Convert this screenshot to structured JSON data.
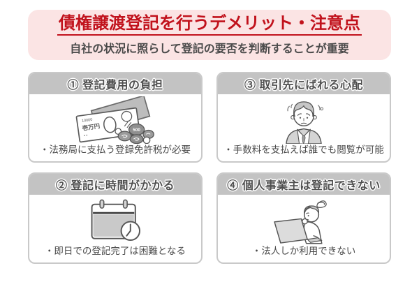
{
  "colors": {
    "accent_red": "#c1121c",
    "header_pink": "#fbe4e4",
    "card_header_gray": "#c3c3c3",
    "card_border_gray": "#c9c9c9",
    "text_dark": "#4a4a4a",
    "illustration_gray": "#c6c6c6"
  },
  "header": {
    "title": "債権譲渡登記を行うデメリット・注意点",
    "subtitle": "自社の状況に照らして登記の要否を判断することが重要"
  },
  "cards": [
    {
      "title": "① 登記費用の負担",
      "caption": "・法務局に支払う登録免許税が必要",
      "illustration": "banknotes-and-coins"
    },
    {
      "title": "③ 取引先にばれる心配",
      "caption": "・手数料を支払えば誰でも閲覧が可能",
      "illustration": "worried-businessman"
    },
    {
      "title": "② 登記に時間がかかる",
      "caption": "・即日での登記完了は困難となる",
      "illustration": "calendar-with-clock"
    },
    {
      "title": "④ 個人事業主は登記できない",
      "caption": "・法人しか利用できない",
      "illustration": "person-at-laptop"
    }
  ],
  "illustrations": {
    "banknote_serial": "10000",
    "banknote_label": "壱万円",
    "coin_label": "500"
  }
}
